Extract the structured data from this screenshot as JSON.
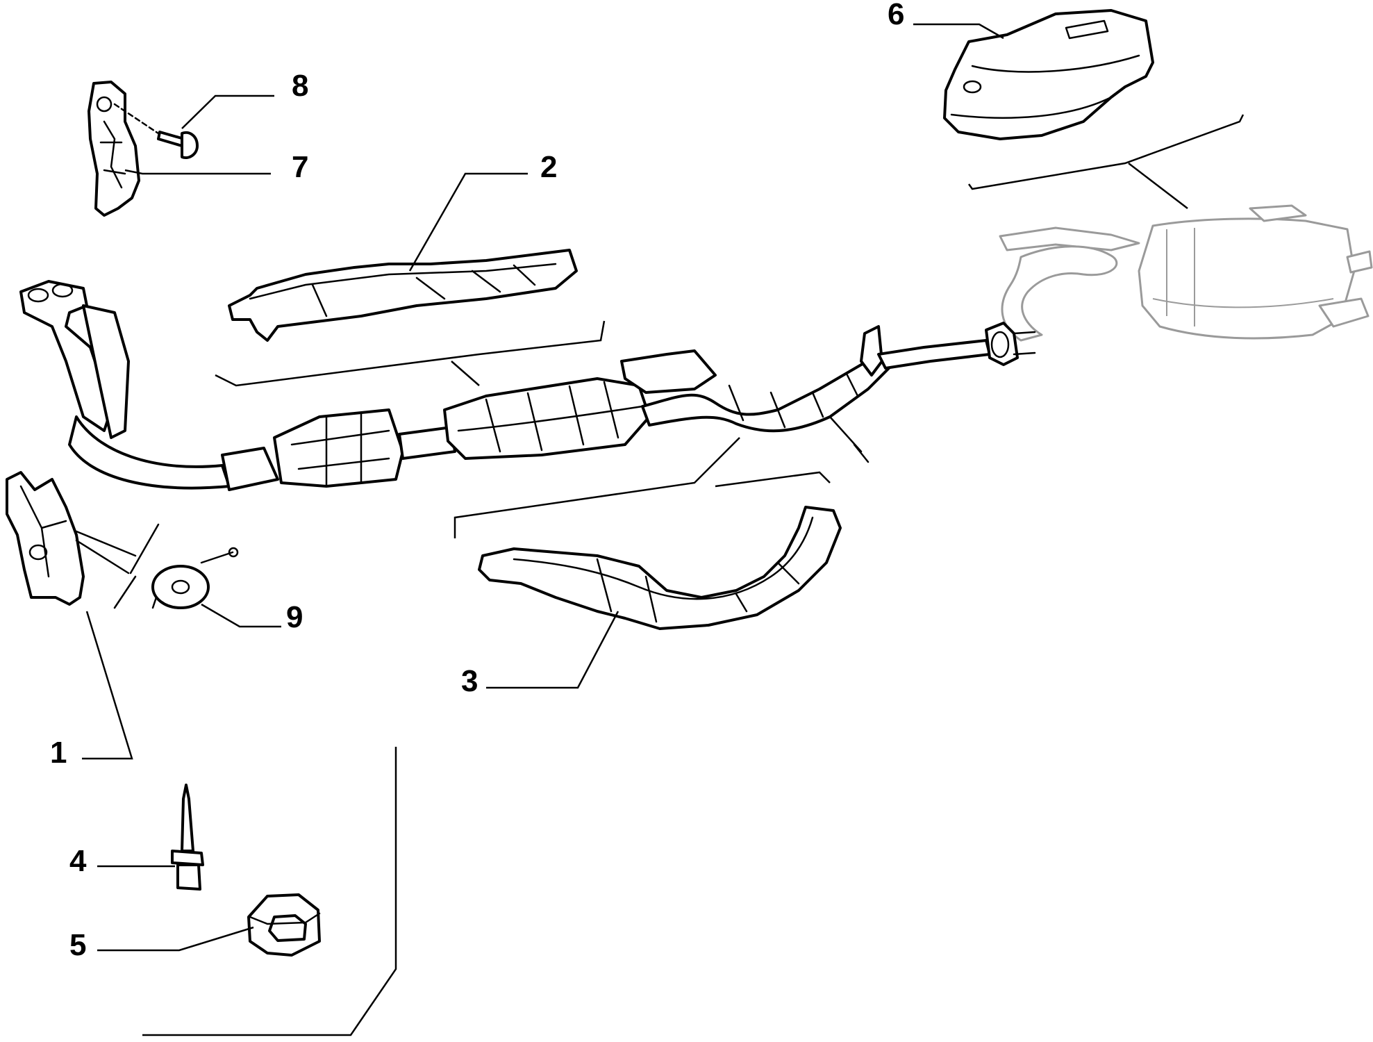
{
  "callouts": [
    {
      "id": "1",
      "label": "1"
    },
    {
      "id": "2",
      "label": "2"
    },
    {
      "id": "3",
      "label": "3"
    },
    {
      "id": "4",
      "label": "4"
    },
    {
      "id": "5",
      "label": "5"
    },
    {
      "id": "6",
      "label": "6"
    },
    {
      "id": "7",
      "label": "7"
    },
    {
      "id": "8",
      "label": "8"
    },
    {
      "id": "9",
      "label": "9"
    }
  ],
  "colors": {
    "line": "#000000",
    "ghost": "#9a9a9a",
    "background": "#ffffff"
  },
  "icons": [
    "exhaust-pipe-assembly",
    "heat-shield",
    "rear-silencer",
    "bracket",
    "bolt",
    "rivet",
    "clip-nut",
    "clamp"
  ]
}
